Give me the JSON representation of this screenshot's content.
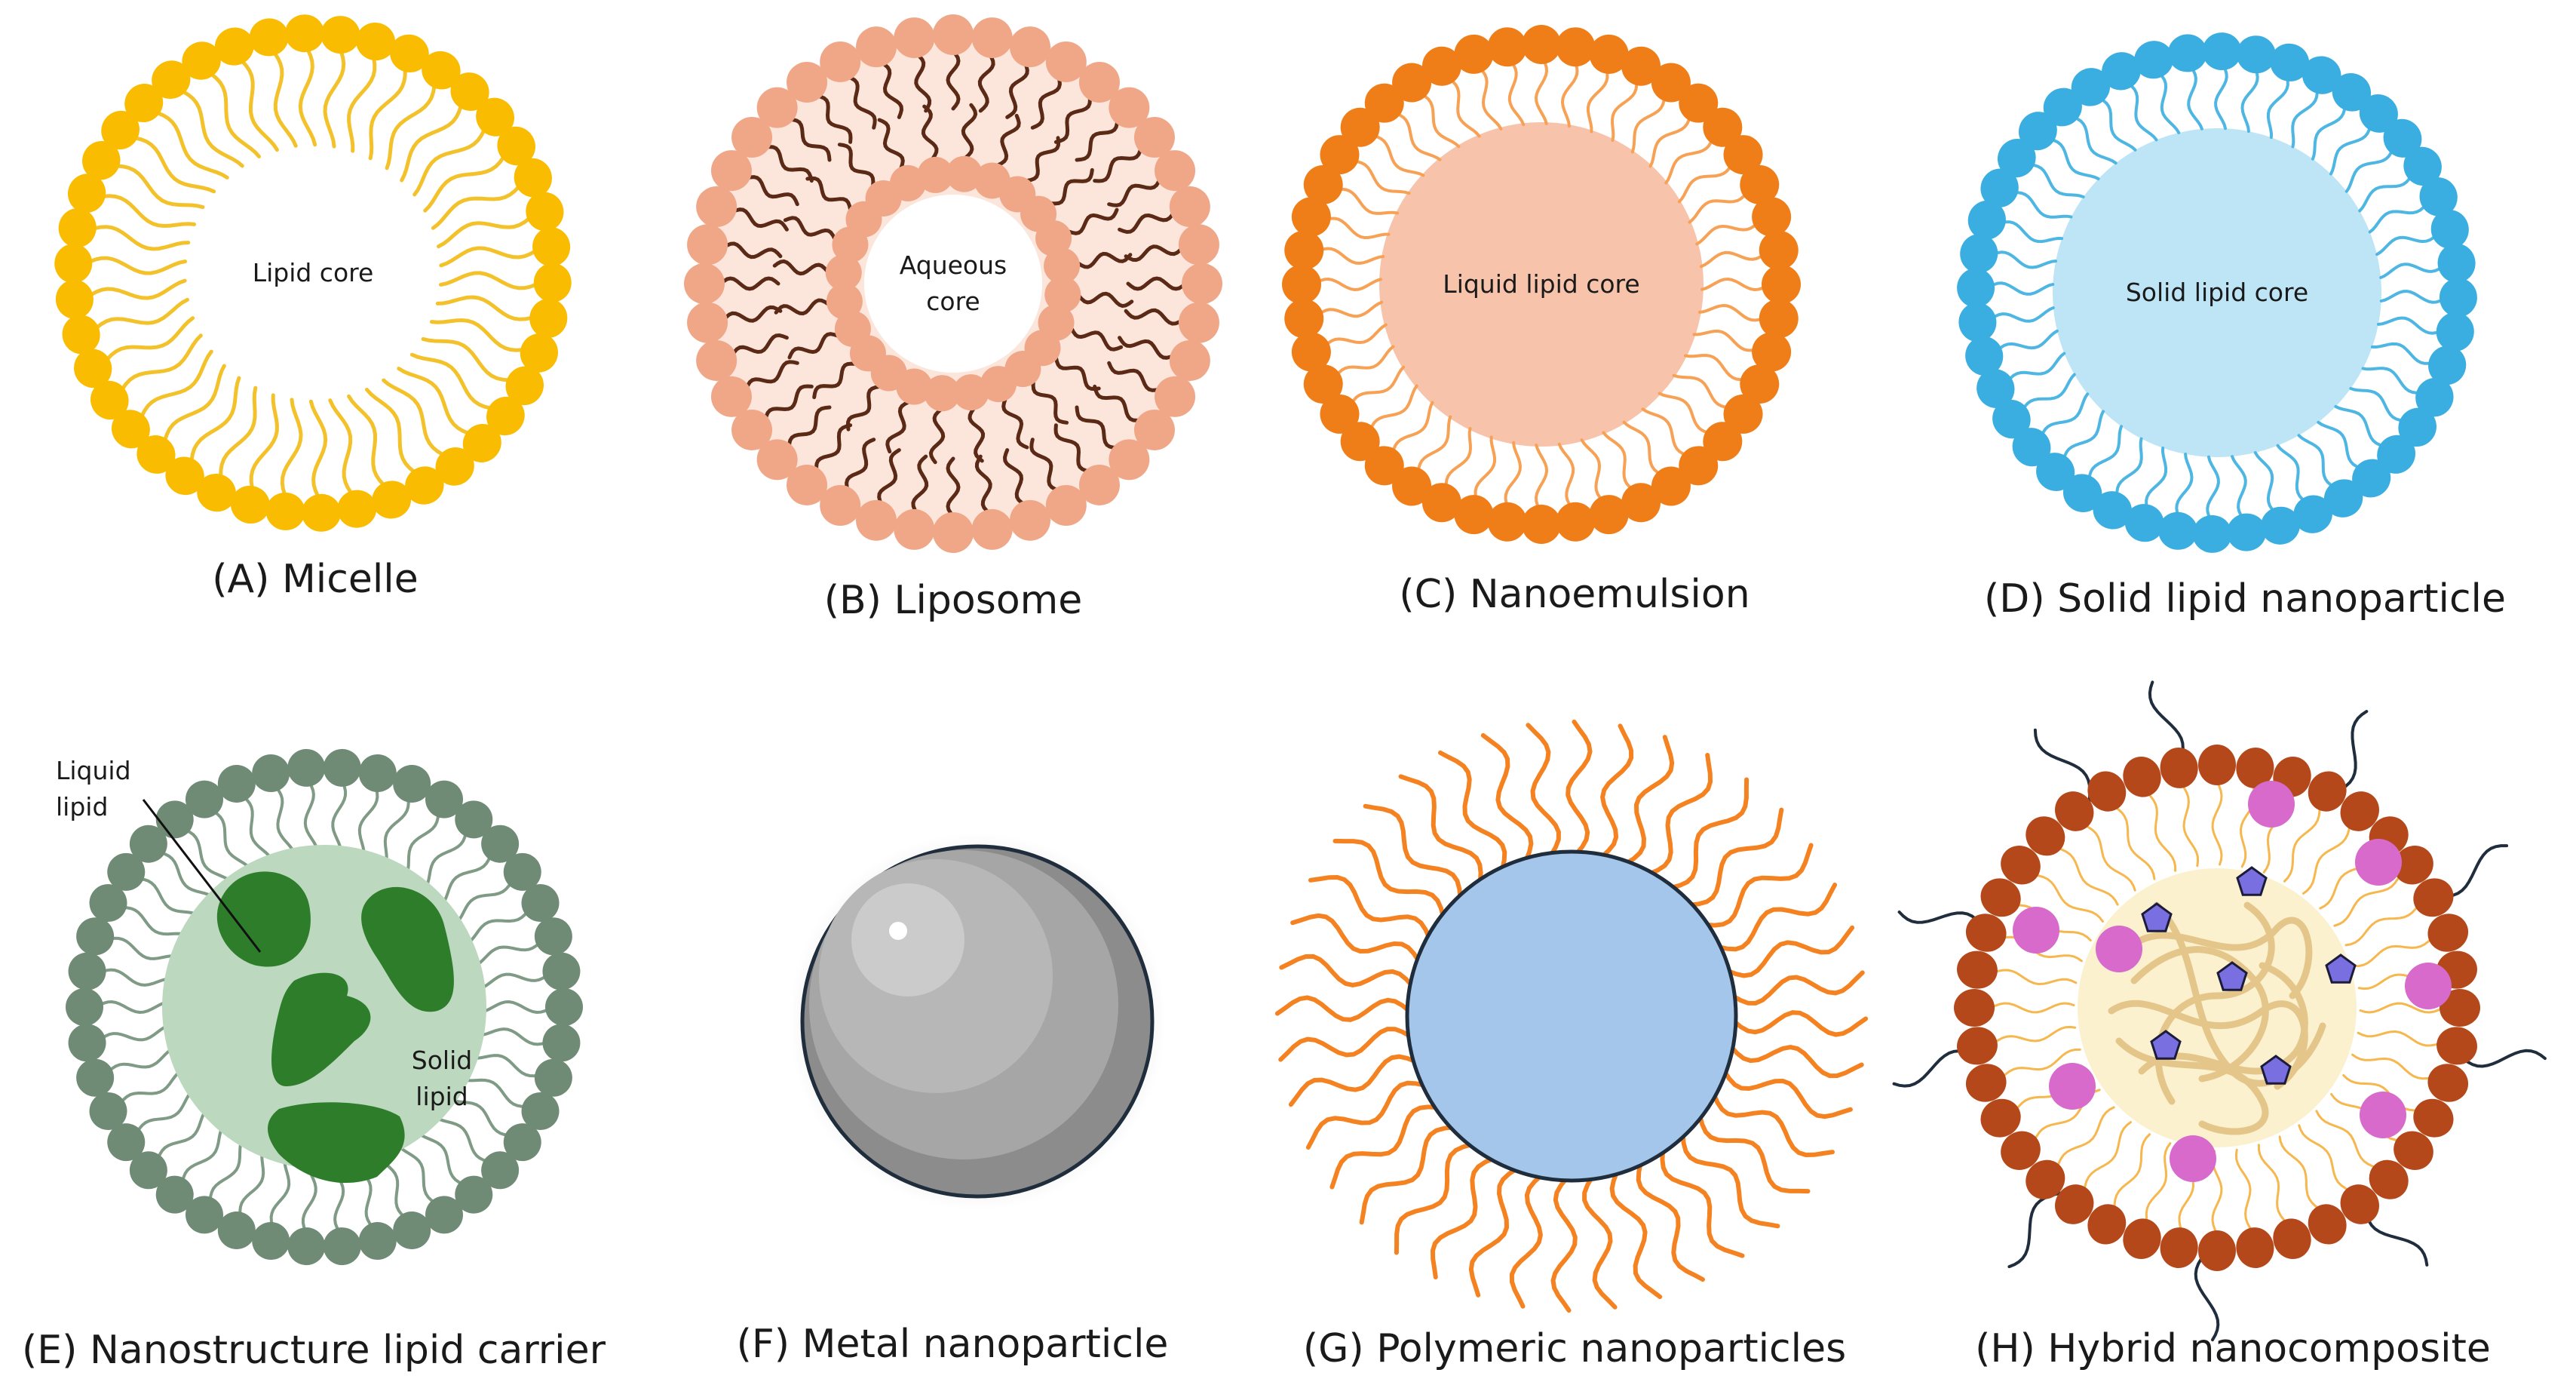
{
  "panels": [
    {
      "caption": "(A) Micelle",
      "labels": [
        "Lipid core"
      ],
      "colors": {
        "head": "#F9BC00",
        "tail": "#F3C22B"
      }
    },
    {
      "caption": "(B) Liposome",
      "labels": [
        "Aqueous",
        "core"
      ],
      "colors": {
        "head": "#F0A788",
        "tail": "#5B2A17",
        "bg": "#FCE6DC"
      }
    },
    {
      "caption": "(C) Nanoemulsion",
      "labels": [
        "Liquid lipid core"
      ],
      "colors": {
        "head": "#F07E18",
        "tail": "#F7A155",
        "core": "#F7C4AB"
      }
    },
    {
      "caption": "(D) Solid lipid nanoparticle",
      "labels": [
        "Solid lipid core"
      ],
      "colors": {
        "head": "#3AAEE0",
        "tail": "#4DB6E2",
        "core": "#BEE5F6"
      }
    },
    {
      "caption": "(E) Nanostructure lipid carrier",
      "labels": [
        "Liquid",
        "lipid",
        "Solid",
        "lipid"
      ],
      "colors": {
        "head": "#6F8B75",
        "tail": "#7F9A85",
        "core": "#BCD8BF",
        "blob": "#2E7D2B"
      }
    },
    {
      "caption": "(F) Metal nanoparticle",
      "labels": [],
      "colors": {
        "sphere": "#8C8C8C",
        "edge": "#1F2D3D"
      }
    },
    {
      "caption": "(G) Polymeric nanoparticles",
      "labels": [],
      "colors": {
        "core": "#A3C6EA",
        "chain": "#F58220",
        "edge": "#1F2D3D"
      }
    },
    {
      "caption": "(H) Hybrid nanocomposite",
      "labels": [],
      "colors": {
        "head": "#B5481A",
        "tail": "#F6B74E",
        "core": "#FBF1CE",
        "mesh": "#E5C68A",
        "drug": "#7A6FE0",
        "bead": "#D76ACB",
        "chain": "#1F2D3D"
      }
    }
  ]
}
